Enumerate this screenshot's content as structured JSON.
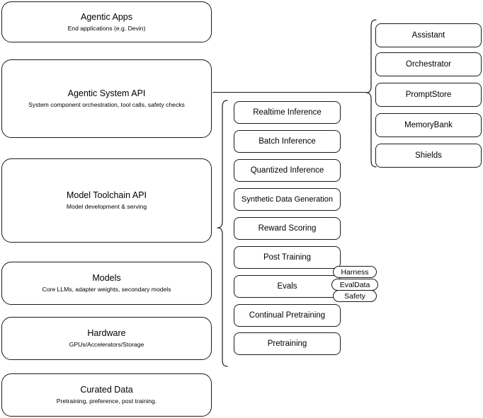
{
  "diagram": {
    "title": "AI stack layered architecture",
    "stroke_color": "#1a1a1a",
    "background_color": "#ffffff"
  },
  "layers": [
    {
      "id": "agentic-apps",
      "title": "Agentic Apps",
      "subtitle": "End applications (e.g. Devin)"
    },
    {
      "id": "agentic-system-api",
      "title": "Agentic System API",
      "subtitle": "System component orchestration, tool calls, safety checks"
    },
    {
      "id": "model-toolchain-api",
      "title": "Model Toolchain API",
      "subtitle": "Model development & serving"
    },
    {
      "id": "models",
      "title": "Models",
      "subtitle": "Core LLMs, adapter weights, secondary models"
    },
    {
      "id": "hardware",
      "title": "Hardware",
      "subtitle": "GPUs/Accelerators/Storage"
    },
    {
      "id": "curated-data",
      "title": "Curated Data",
      "subtitle": "Pretraining, preference, post training."
    }
  ],
  "toolchain_components": [
    {
      "id": "realtime-inference",
      "label": "Realtime Inference"
    },
    {
      "id": "batch-inference",
      "label": "Batch Inference"
    },
    {
      "id": "quantized-inference",
      "label": "Quantized Inference"
    },
    {
      "id": "synthetic-data-generation",
      "label": "Synthetic Data Generation"
    },
    {
      "id": "reward-scoring",
      "label": "Reward Scoring"
    },
    {
      "id": "post-training",
      "label": "Post Training"
    },
    {
      "id": "evals",
      "label": "Evals"
    },
    {
      "id": "continual-pretraining",
      "label": "Continual Pretraining"
    },
    {
      "id": "pretraining",
      "label": "Pretraining"
    }
  ],
  "evals_subcomponents": [
    {
      "id": "harness",
      "label": "Harness"
    },
    {
      "id": "evaldata",
      "label": "EvalData"
    },
    {
      "id": "safety",
      "label": "Safety"
    }
  ],
  "system_components": [
    {
      "id": "assistant",
      "label": "Assistant"
    },
    {
      "id": "orchestrator",
      "label": "Orchestrator"
    },
    {
      "id": "promptstore",
      "label": "PromptStore"
    },
    {
      "id": "memorybank",
      "label": "MemoryBank"
    },
    {
      "id": "shields",
      "label": "Shields"
    }
  ]
}
